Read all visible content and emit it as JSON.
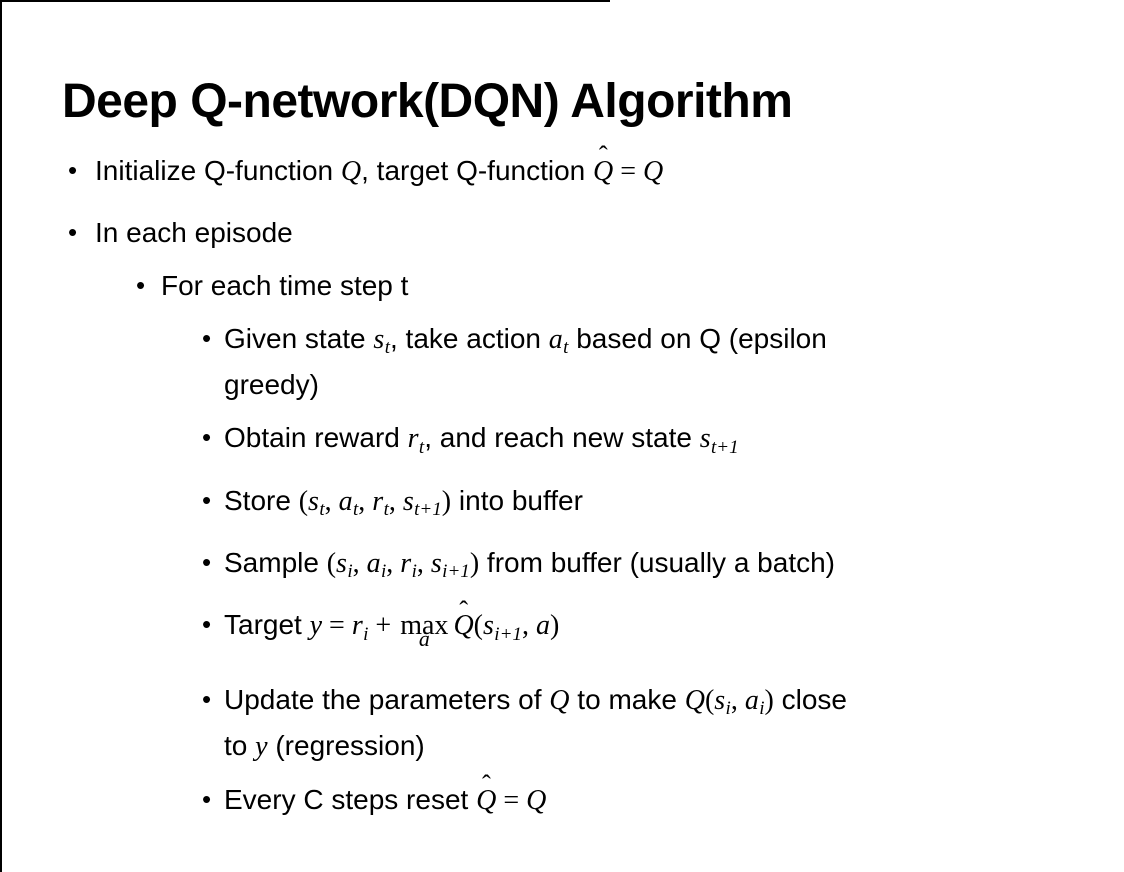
{
  "slide": {
    "title": "Deep Q-network(DQN) Algorithm",
    "background_color": "#ffffff",
    "text_color": "#000000",
    "border_color": "#000000"
  },
  "bullets": [
    {
      "level": 1,
      "segments": [
        {
          "t": "Initialize Q-function "
        },
        {
          "v": "Q"
        },
        {
          "t": ", target Q-function "
        },
        {
          "v": "Q",
          "hat": true
        },
        {
          "m": " = "
        },
        {
          "v": "Q"
        }
      ]
    },
    {
      "level": 1,
      "segments": [
        {
          "t": "In each episode"
        }
      ]
    },
    {
      "level": 2,
      "segments": [
        {
          "t": "For each time step t"
        }
      ]
    },
    {
      "level": 3,
      "segments": [
        {
          "t": "Given state "
        },
        {
          "v": "s",
          "sub": "t"
        },
        {
          "t": ", take action "
        },
        {
          "v": "a",
          "sub": "t"
        },
        {
          "t": " based on Q (epsilon"
        },
        {
          "br": true
        },
        {
          "t": "greedy)"
        }
      ]
    },
    {
      "level": 3,
      "segments": [
        {
          "t": "Obtain reward "
        },
        {
          "v": "r",
          "sub": "t"
        },
        {
          "t": ", and reach new state "
        },
        {
          "v": "s",
          "sub": "t+1"
        }
      ]
    },
    {
      "level": 3,
      "segments": [
        {
          "t": "Store "
        },
        {
          "m": "("
        },
        {
          "v": "s",
          "sub": "t"
        },
        {
          "m": ", "
        },
        {
          "v": "a",
          "sub": "t"
        },
        {
          "m": ", "
        },
        {
          "v": "r",
          "sub": "t"
        },
        {
          "m": ", "
        },
        {
          "v": "s",
          "sub": "t+1"
        },
        {
          "m": ")"
        },
        {
          "t": " into buffer"
        }
      ]
    },
    {
      "level": 3,
      "segments": [
        {
          "t": "Sample "
        },
        {
          "m": "("
        },
        {
          "v": "s",
          "sub": "i"
        },
        {
          "m": ", "
        },
        {
          "v": "a",
          "sub": "i"
        },
        {
          "m": ", "
        },
        {
          "v": "r",
          "sub": "i"
        },
        {
          "m": ", "
        },
        {
          "v": "s",
          "sub": "i+1"
        },
        {
          "m": ")"
        },
        {
          "t": " from buffer (usually a batch)"
        }
      ]
    },
    {
      "level": 3,
      "segments": [
        {
          "t": "Target "
        },
        {
          "v": "y"
        },
        {
          "m": " = "
        },
        {
          "v": "r",
          "sub": "i"
        },
        {
          "m": " + "
        },
        {
          "max": "a"
        },
        {
          "v": "Q",
          "hat": true
        },
        {
          "m": "("
        },
        {
          "v": "s",
          "sub": "i+1"
        },
        {
          "m": ", "
        },
        {
          "v": "a"
        },
        {
          "m": ")"
        }
      ]
    },
    {
      "level": 3,
      "segments": [
        {
          "t": "Update the parameters of "
        },
        {
          "v": "Q"
        },
        {
          "t": " to make "
        },
        {
          "v": "Q"
        },
        {
          "m": "("
        },
        {
          "v": "s",
          "sub": "i"
        },
        {
          "m": ", "
        },
        {
          "v": "a",
          "sub": "i"
        },
        {
          "m": ")"
        },
        {
          "t": " close"
        },
        {
          "br": true
        },
        {
          "t": "to "
        },
        {
          "v": "y"
        },
        {
          "t": " (regression)"
        }
      ]
    },
    {
      "level": 3,
      "segments": [
        {
          "t": "Every C steps reset "
        },
        {
          "v": "Q",
          "hat": true
        },
        {
          "m": " = "
        },
        {
          "v": "Q"
        }
      ]
    }
  ]
}
